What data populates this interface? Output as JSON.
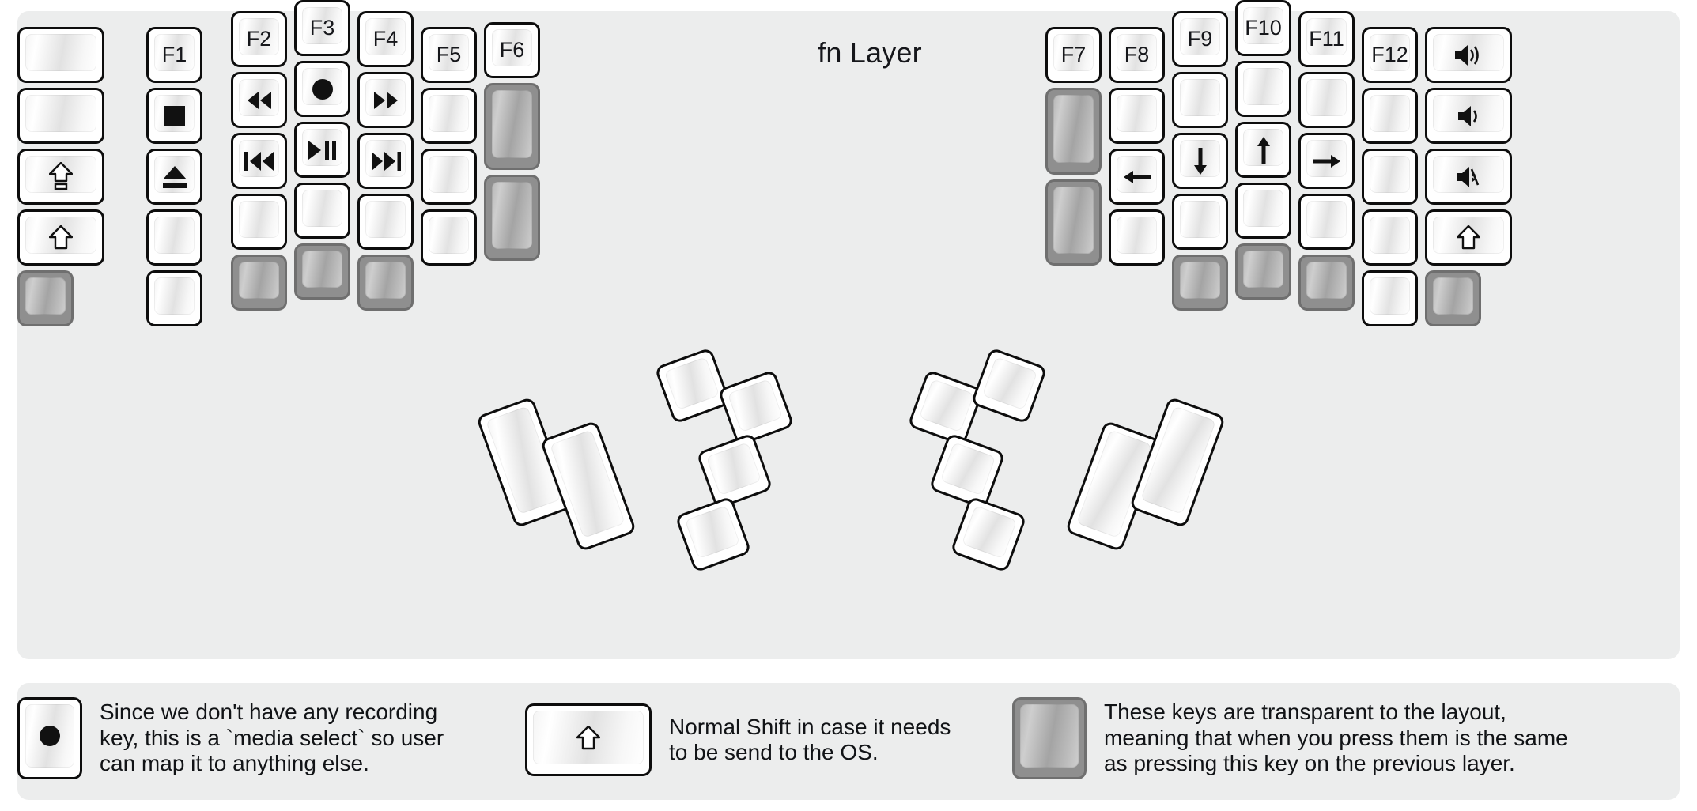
{
  "title": "fn Layer",
  "colors": {
    "background": "#ffffff",
    "panel": "#eceded",
    "key_border": "#0d0d0d",
    "key_face_light": "#ffffff",
    "transparent_key_border": "#6f6f6f",
    "transparent_key_fill": "#8f8f8f",
    "text": "#16171b"
  },
  "left_half": {
    "name": "left-key-matrix",
    "keys": [
      {
        "id": "L-c0-r0",
        "label": "",
        "icon": "",
        "type": "normal",
        "w": 1.5,
        "h": 1
      },
      {
        "id": "L-c0-r1",
        "label": "",
        "icon": "",
        "type": "normal",
        "w": 1.5,
        "h": 1
      },
      {
        "id": "L-c0-r2",
        "label": "",
        "icon": "caps-lock-icon",
        "type": "normal",
        "w": 1.5,
        "h": 1
      },
      {
        "id": "L-c0-r3",
        "label": "",
        "icon": "shift-icon",
        "type": "normal",
        "w": 1.5,
        "h": 1
      },
      {
        "id": "L-c0-r4",
        "label": "",
        "icon": "",
        "type": "transparent",
        "w": 1,
        "h": 1
      },
      {
        "id": "L-c1-r0",
        "label": "F1",
        "icon": "",
        "type": "normal",
        "w": 1,
        "h": 1
      },
      {
        "id": "L-c1-r1",
        "label": "",
        "icon": "media-stop-icon",
        "type": "normal",
        "w": 1,
        "h": 1
      },
      {
        "id": "L-c1-r2",
        "label": "",
        "icon": "media-eject-icon",
        "type": "normal",
        "w": 1,
        "h": 1
      },
      {
        "id": "L-c1-r3",
        "label": "",
        "icon": "",
        "type": "normal",
        "w": 1,
        "h": 1
      },
      {
        "id": "L-c1-r4",
        "label": "",
        "icon": "",
        "type": "normal",
        "w": 1,
        "h": 1
      },
      {
        "id": "L-c2-r0",
        "label": "F2",
        "icon": "",
        "type": "normal",
        "w": 1,
        "h": 1
      },
      {
        "id": "L-c2-r1",
        "label": "",
        "icon": "media-rewind-icon",
        "type": "normal",
        "w": 1,
        "h": 1
      },
      {
        "id": "L-c2-r2",
        "label": "",
        "icon": "media-prev-track-icon",
        "type": "normal",
        "w": 1,
        "h": 1
      },
      {
        "id": "L-c2-r3",
        "label": "",
        "icon": "",
        "type": "normal",
        "w": 1,
        "h": 1
      },
      {
        "id": "L-c2-r4",
        "label": "",
        "icon": "",
        "type": "transparent",
        "w": 1,
        "h": 1
      },
      {
        "id": "L-c3-r0",
        "label": "F3",
        "icon": "",
        "type": "normal",
        "w": 1,
        "h": 1
      },
      {
        "id": "L-c3-r1",
        "label": "",
        "icon": "media-record-icon",
        "type": "normal",
        "w": 1,
        "h": 1
      },
      {
        "id": "L-c3-r2",
        "label": "",
        "icon": "media-play-pause-icon",
        "type": "normal",
        "w": 1,
        "h": 1
      },
      {
        "id": "L-c3-r3",
        "label": "",
        "icon": "",
        "type": "normal",
        "w": 1,
        "h": 1
      },
      {
        "id": "L-c3-r4",
        "label": "",
        "icon": "",
        "type": "transparent",
        "w": 1,
        "h": 1
      },
      {
        "id": "L-c4-r0",
        "label": "F4",
        "icon": "",
        "type": "normal",
        "w": 1,
        "h": 1
      },
      {
        "id": "L-c4-r1",
        "label": "",
        "icon": "media-fast-forward-icon",
        "type": "normal",
        "w": 1,
        "h": 1
      },
      {
        "id": "L-c4-r2",
        "label": "",
        "icon": "media-next-track-icon",
        "type": "normal",
        "w": 1,
        "h": 1
      },
      {
        "id": "L-c4-r3",
        "label": "",
        "icon": "",
        "type": "normal",
        "w": 1,
        "h": 1
      },
      {
        "id": "L-c4-r4",
        "label": "",
        "icon": "",
        "type": "transparent",
        "w": 1,
        "h": 1
      },
      {
        "id": "L-c5-r0",
        "label": "F5",
        "icon": "",
        "type": "normal",
        "w": 1,
        "h": 1
      },
      {
        "id": "L-c5-r1",
        "label": "",
        "icon": "",
        "type": "normal",
        "w": 1,
        "h": 1
      },
      {
        "id": "L-c5-r2",
        "label": "",
        "icon": "",
        "type": "normal",
        "w": 1,
        "h": 1
      },
      {
        "id": "L-c5-r3",
        "label": "",
        "icon": "",
        "type": "normal",
        "w": 1,
        "h": 1
      },
      {
        "id": "L-c6-r0",
        "label": "F6",
        "icon": "",
        "type": "normal",
        "w": 1,
        "h": 1
      },
      {
        "id": "L-c6-r1",
        "label": "",
        "icon": "",
        "type": "transparent",
        "w": 1,
        "h": 1.5
      },
      {
        "id": "L-c6-r2",
        "label": "",
        "icon": "",
        "type": "transparent",
        "w": 1,
        "h": 1.5
      }
    ]
  },
  "right_half": {
    "name": "right-key-matrix",
    "keys": [
      {
        "id": "R-c0-r0",
        "label": "F7",
        "icon": "",
        "type": "normal",
        "w": 1,
        "h": 1
      },
      {
        "id": "R-c0-r1",
        "label": "",
        "icon": "",
        "type": "transparent",
        "w": 1,
        "h": 1.5
      },
      {
        "id": "R-c0-r2",
        "label": "",
        "icon": "",
        "type": "transparent",
        "w": 1,
        "h": 1.5
      },
      {
        "id": "R-c1-r0",
        "label": "F8",
        "icon": "",
        "type": "normal",
        "w": 1,
        "h": 1
      },
      {
        "id": "R-c1-r1",
        "label": "",
        "icon": "",
        "type": "normal",
        "w": 1,
        "h": 1
      },
      {
        "id": "R-c1-r2",
        "label": "",
        "icon": "arrow-left-icon",
        "type": "normal",
        "w": 1,
        "h": 1
      },
      {
        "id": "R-c1-r3",
        "label": "",
        "icon": "",
        "type": "normal",
        "w": 1,
        "h": 1
      },
      {
        "id": "R-c2-r0",
        "label": "F9",
        "icon": "",
        "type": "normal",
        "w": 1,
        "h": 1
      },
      {
        "id": "R-c2-r1",
        "label": "",
        "icon": "",
        "type": "normal",
        "w": 1,
        "h": 1
      },
      {
        "id": "R-c2-r2",
        "label": "",
        "icon": "arrow-down-icon",
        "type": "normal",
        "w": 1,
        "h": 1
      },
      {
        "id": "R-c2-r3",
        "label": "",
        "icon": "",
        "type": "normal",
        "w": 1,
        "h": 1
      },
      {
        "id": "R-c2-r4",
        "label": "",
        "icon": "",
        "type": "transparent",
        "w": 1,
        "h": 1
      },
      {
        "id": "R-c3-r0",
        "label": "F10",
        "icon": "",
        "type": "normal",
        "w": 1,
        "h": 1
      },
      {
        "id": "R-c3-r1",
        "label": "",
        "icon": "",
        "type": "normal",
        "w": 1,
        "h": 1
      },
      {
        "id": "R-c3-r2",
        "label": "",
        "icon": "arrow-up-icon",
        "type": "normal",
        "w": 1,
        "h": 1
      },
      {
        "id": "R-c3-r3",
        "label": "",
        "icon": "",
        "type": "normal",
        "w": 1,
        "h": 1
      },
      {
        "id": "R-c3-r4",
        "label": "",
        "icon": "",
        "type": "transparent",
        "w": 1,
        "h": 1
      },
      {
        "id": "R-c4-r0",
        "label": "F11",
        "icon": "",
        "type": "normal",
        "w": 1,
        "h": 1
      },
      {
        "id": "R-c4-r1",
        "label": "",
        "icon": "",
        "type": "normal",
        "w": 1,
        "h": 1
      },
      {
        "id": "R-c4-r2",
        "label": "",
        "icon": "arrow-right-icon",
        "type": "normal",
        "w": 1,
        "h": 1
      },
      {
        "id": "R-c4-r3",
        "label": "",
        "icon": "",
        "type": "normal",
        "w": 1,
        "h": 1
      },
      {
        "id": "R-c4-r4",
        "label": "",
        "icon": "",
        "type": "transparent",
        "w": 1,
        "h": 1
      },
      {
        "id": "R-c5-r0",
        "label": "F12",
        "icon": "",
        "type": "normal",
        "w": 1,
        "h": 1
      },
      {
        "id": "R-c5-r1",
        "label": "",
        "icon": "",
        "type": "normal",
        "w": 1,
        "h": 1
      },
      {
        "id": "R-c5-r2",
        "label": "",
        "icon": "",
        "type": "normal",
        "w": 1,
        "h": 1
      },
      {
        "id": "R-c5-r3",
        "label": "",
        "icon": "",
        "type": "normal",
        "w": 1,
        "h": 1
      },
      {
        "id": "R-c5-r4",
        "label": "",
        "icon": "",
        "type": "normal",
        "w": 1,
        "h": 1
      },
      {
        "id": "R-c6-r0",
        "label": "",
        "icon": "volume-up-icon",
        "type": "normal",
        "w": 1.5,
        "h": 1
      },
      {
        "id": "R-c6-r1",
        "label": "",
        "icon": "volume-down-icon",
        "type": "normal",
        "w": 1.5,
        "h": 1
      },
      {
        "id": "R-c6-r2",
        "label": "",
        "icon": "volume-mute-icon",
        "type": "normal",
        "w": 1.5,
        "h": 1
      },
      {
        "id": "R-c6-r3",
        "label": "",
        "icon": "shift-icon",
        "type": "normal",
        "w": 1.5,
        "h": 1
      },
      {
        "id": "R-c6-r4",
        "label": "",
        "icon": "",
        "type": "transparent",
        "w": 1,
        "h": 1
      }
    ]
  },
  "left_thumb_cluster": {
    "name": "left-thumb-cluster",
    "keys": [
      {
        "id": "LT-1",
        "label": "",
        "icon": "",
        "type": "normal",
        "shape": "tall"
      },
      {
        "id": "LT-2",
        "label": "",
        "icon": "",
        "type": "normal",
        "shape": "tall"
      },
      {
        "id": "LT-3",
        "label": "",
        "icon": "",
        "type": "normal",
        "shape": "square"
      },
      {
        "id": "LT-4",
        "label": "",
        "icon": "",
        "type": "normal",
        "shape": "square"
      },
      {
        "id": "LT-5",
        "label": "",
        "icon": "",
        "type": "normal",
        "shape": "square"
      },
      {
        "id": "LT-6",
        "label": "",
        "icon": "",
        "type": "normal",
        "shape": "square"
      }
    ]
  },
  "right_thumb_cluster": {
    "name": "right-thumb-cluster",
    "keys": [
      {
        "id": "RT-1",
        "label": "",
        "icon": "",
        "type": "normal",
        "shape": "tall"
      },
      {
        "id": "RT-2",
        "label": "",
        "icon": "",
        "type": "normal",
        "shape": "tall"
      },
      {
        "id": "RT-3",
        "label": "",
        "icon": "",
        "type": "normal",
        "shape": "square"
      },
      {
        "id": "RT-4",
        "label": "",
        "icon": "",
        "type": "normal",
        "shape": "square"
      },
      {
        "id": "RT-5",
        "label": "",
        "icon": "",
        "type": "normal",
        "shape": "square"
      },
      {
        "id": "RT-6",
        "label": "",
        "icon": "",
        "type": "normal",
        "shape": "square"
      }
    ]
  },
  "legend": [
    {
      "id": "legend-record",
      "icon": "media-record-icon",
      "key_type": "normal",
      "text": "Since we don't have any recording\nkey, this is a `media select` so user\ncan map it to anything else."
    },
    {
      "id": "legend-shift",
      "icon": "shift-icon",
      "key_type": "normal",
      "text": "Normal Shift in case it needs\nto be send to the OS."
    },
    {
      "id": "legend-transparent",
      "icon": "",
      "key_type": "transparent",
      "text": "These keys are transparent to the layout,\nmeaning that when you press them is the same\nas pressing this key on the previous layer."
    }
  ]
}
